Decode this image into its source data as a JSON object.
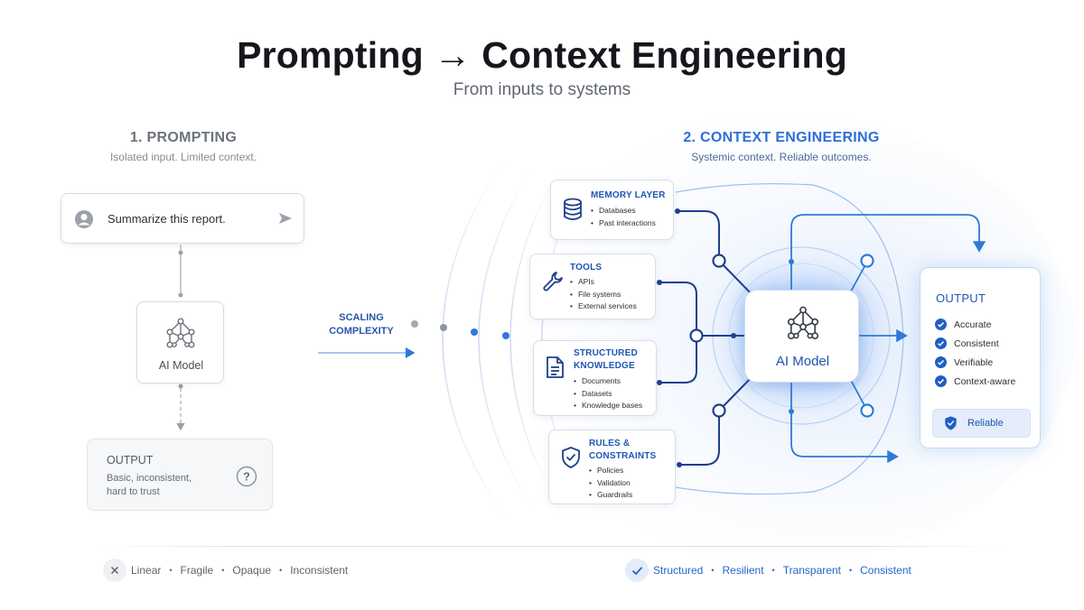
{
  "header": {
    "title": "Prompting → Context Engineering",
    "subtitle": "From inputs to systems"
  },
  "left": {
    "title": "1. PROMPTING",
    "subtitle": "Isolated input. Limited context.",
    "prompt_text": "Summarize this report.",
    "model_label": "AI Model",
    "output_title": "OUTPUT",
    "output_text": "Basic, inconsistent, hard to trust"
  },
  "middle": {
    "scaling_label": "SCALING COMPLEXITY"
  },
  "right": {
    "title": "2. CONTEXT ENGINEERING",
    "subtitle": "Systemic context. Reliable outcomes.",
    "model_label": "AI Model",
    "nodes": [
      {
        "title": "MEMORY LAYER",
        "items": [
          "Databases",
          "Past interactions"
        ]
      },
      {
        "title": "TOOLS",
        "items": [
          "APIs",
          "File systems",
          "External services"
        ]
      },
      {
        "title": "STRUCTURED KNOWLEDGE",
        "items": [
          "Documents",
          "Datasets",
          "Knowledge bases"
        ]
      },
      {
        "title": "RULES & CONSTRAINTS",
        "items": [
          "Policies",
          "Validation",
          "Guardrails"
        ]
      }
    ],
    "output_title": "OUTPUT",
    "output_items": [
      "Accurate",
      "Consistent",
      "Verifiable",
      "Context-aware"
    ],
    "output_badge": "Reliable"
  },
  "footer": {
    "left": [
      "Linear",
      "Fragile",
      "Opaque",
      "Inconsistent"
    ],
    "right": [
      "Structured",
      "Resilient",
      "Transparent",
      "Consistent"
    ]
  },
  "colors": {
    "accent": "#2e6fd6",
    "dark_blue": "#1e3f8c",
    "grey": "#6c727d"
  }
}
